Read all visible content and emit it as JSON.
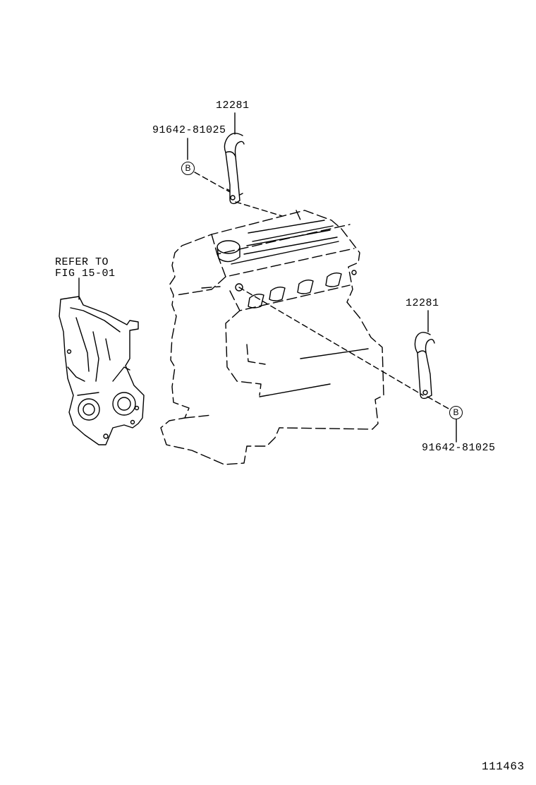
{
  "labels": {
    "bracket_top": "12281",
    "bolt_top": "91642-81025",
    "bracket_right": "12281",
    "bolt_right": "91642-81025",
    "refer_line1": "REFER TO",
    "refer_line2": "FIG 15-01",
    "figure_number": "111463"
  },
  "bolt_callout_letter": "B"
}
